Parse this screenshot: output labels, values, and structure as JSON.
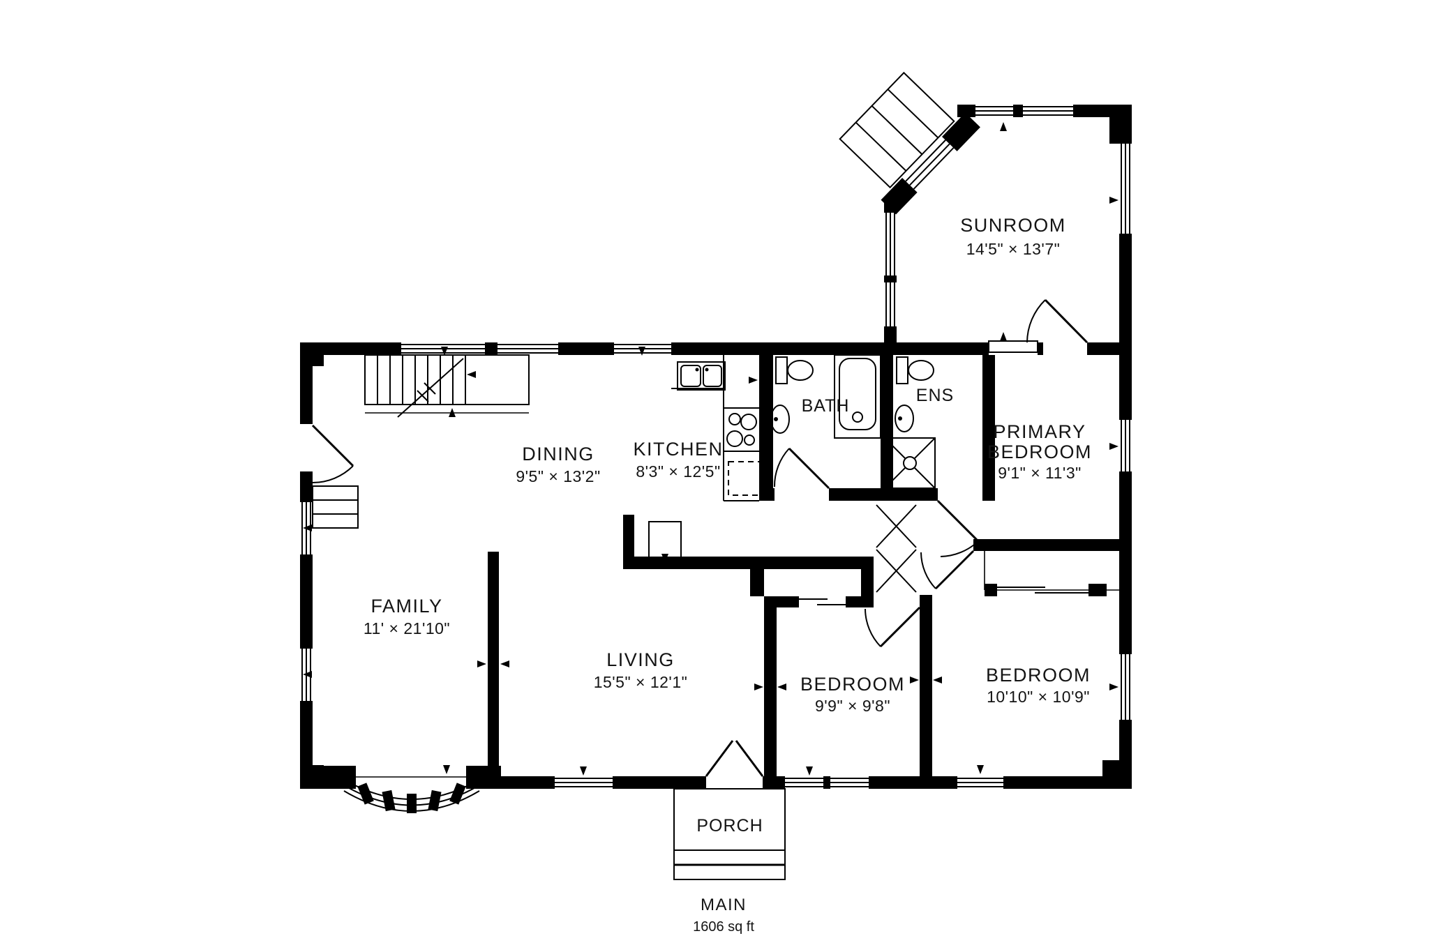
{
  "page_bg": "#ffffff",
  "ink_color": "#000000",
  "floorplan": {
    "floor": {
      "label": "MAIN",
      "area": "1606 sq ft"
    },
    "rooms": [
      {
        "id": "sunroom",
        "name": "SUNROOM",
        "dims": "14'5\" × 13'7\""
      },
      {
        "id": "bath",
        "name": "BATH",
        "dims": ""
      },
      {
        "id": "ens",
        "name": "ENS",
        "dims": ""
      },
      {
        "id": "primary-bedroom",
        "name": "PRIMARY BEDROOM",
        "name_line1": "PRIMARY",
        "name_line2": "BEDROOM",
        "dims": "9'1\" × 11'3\""
      },
      {
        "id": "dining",
        "name": "DINING",
        "dims": "9'5\" × 13'2\""
      },
      {
        "id": "kitchen",
        "name": "KITCHEN",
        "dims": "8'3\" × 12'5\""
      },
      {
        "id": "family",
        "name": "FAMILY",
        "dims": "11' × 21'10\""
      },
      {
        "id": "living",
        "name": "LIVING",
        "dims": "15'5\" × 12'1\""
      },
      {
        "id": "bedroom-1",
        "name": "BEDROOM",
        "dims": "9'9\" × 9'8\""
      },
      {
        "id": "bedroom-2",
        "name": "BEDROOM",
        "dims": "10'10\" × 10'9\""
      },
      {
        "id": "porch",
        "name": "PORCH",
        "dims": ""
      }
    ]
  }
}
